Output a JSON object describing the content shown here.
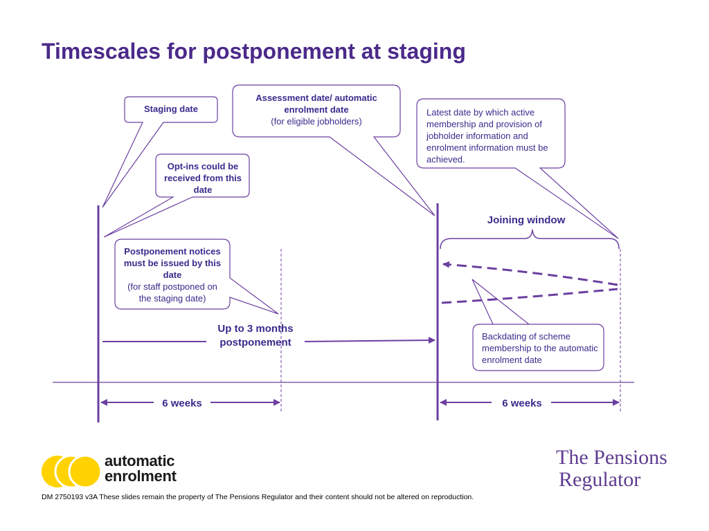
{
  "title": "Timescales for postponement at staging",
  "callouts": {
    "staging": "Staging date",
    "assessment_line1": "Assessment date/ automatic enrolment date",
    "assessment_line2": "(for eligible jobholders)",
    "latest": "Latest date by which active membership and provision of jobholder information and enrolment information must be achieved.",
    "optins": "Opt-ins could be received from this date",
    "postponement_line1": "Postponement notices must be issued by this date",
    "postponement_line2": "(for staff postponed on the staging date)",
    "backdating": "Backdating of scheme membership to the automatic enrolment date"
  },
  "labels": {
    "joining_window": "Joining window",
    "up_to_3_months": "Up to 3 months postponement",
    "six_weeks_left": "6 weeks",
    "six_weeks_right": "6 weeks"
  },
  "logos": {
    "automatic_enrolment_line1": "automatic",
    "automatic_enrolment_line2": "enrolment",
    "regulator_line1": "The Pensions",
    "regulator_line2": "Regulator"
  },
  "footer": "DM 2750193 v3A These slides remain the property of The Pensions Regulator and their content should not be altered on reproduction.",
  "colors": {
    "purple": "#6b3fa0",
    "title": "#4b2a8a",
    "logo_yellow": "#ffd200"
  }
}
